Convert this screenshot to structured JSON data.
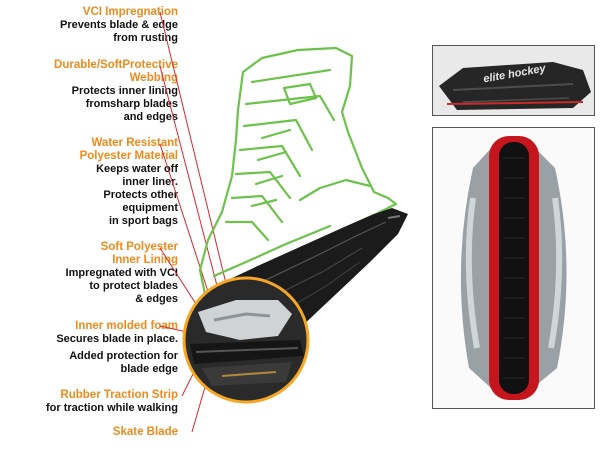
{
  "features": [
    {
      "title": "VCI Impregnation",
      "lines": [
        "Prevents blade & edge",
        "from rusting"
      ]
    },
    {
      "title_lines": [
        "Durable/SoftProtective",
        "Webbing"
      ],
      "lines": [
        "Protects inner lining",
        "fromsharp blades",
        "and edges"
      ]
    },
    {
      "title_lines": [
        "Water Resistant",
        "Polyester Material"
      ],
      "lines": [
        "Keeps water off",
        "inner liner.",
        "Protects other",
        "equipment",
        "in sport bags"
      ]
    },
    {
      "title_lines": [
        "Soft Polyester",
        "Inner Lining"
      ],
      "lines": [
        "Impregnated with VCI",
        "to protect blades",
        "& edges"
      ]
    },
    {
      "title": "Inner molded foam",
      "lines": [
        "Secures blade in place.",
        "Added protection for",
        "blade edge"
      ]
    },
    {
      "title": "Rubber Traction Strip",
      "lines": [
        "for traction while walking"
      ]
    },
    {
      "title": "Skate Blade",
      "lines": []
    }
  ],
  "logo_text": "elite hockey",
  "colors": {
    "title_orange": "#f08a1c",
    "outline_green": "#6cc24a",
    "leader_red": "#d9262e",
    "guard_black": "#1b1b1b"
  }
}
